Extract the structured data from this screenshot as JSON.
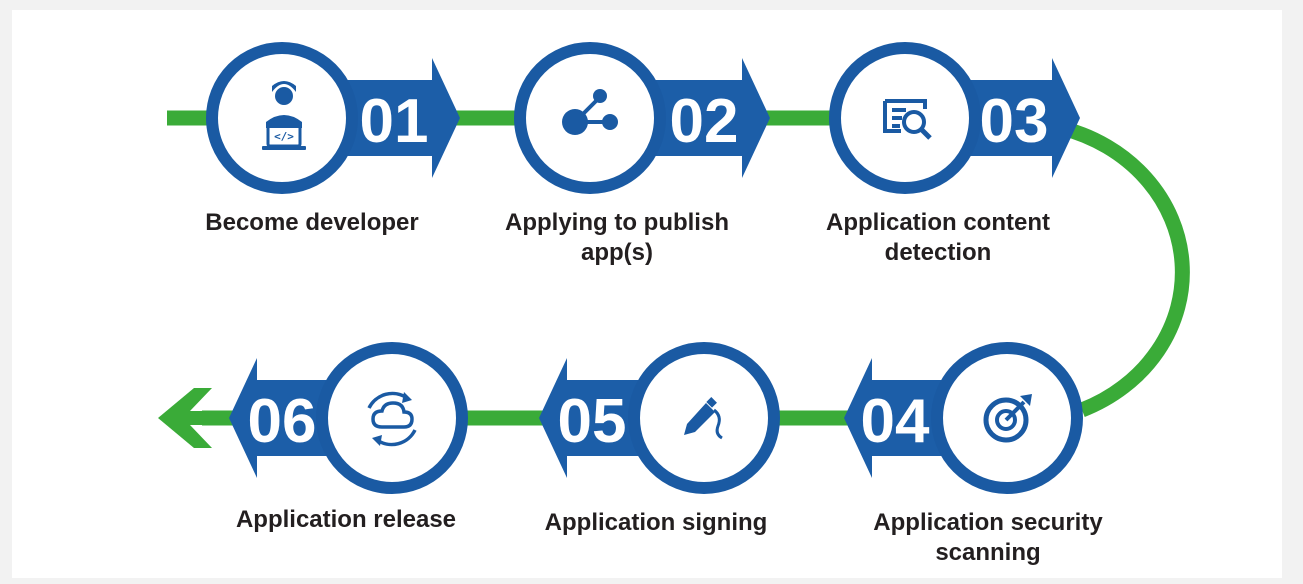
{
  "colors": {
    "path_green": "#3aab38",
    "ring_blue": "#1a5aa3",
    "badge_blue": "#1c5ea8",
    "number_white": "#ffffff",
    "label_text": "#231f20"
  },
  "steps": [
    {
      "number": "01",
      "label": "Become developer",
      "icon": "developer-laptop-icon"
    },
    {
      "number": "02",
      "label": "Applying to publish\napp(s)",
      "icon": "share-nodes-icon"
    },
    {
      "number": "03",
      "label": "Application content\ndetection",
      "icon": "document-search-icon"
    },
    {
      "number": "04",
      "label": "Application security\nscanning",
      "icon": "target-arrow-icon"
    },
    {
      "number": "05",
      "label": "Application signing",
      "icon": "pen-signature-icon"
    },
    {
      "number": "06",
      "label": "Application release",
      "icon": "cloud-sync-icon"
    }
  ]
}
